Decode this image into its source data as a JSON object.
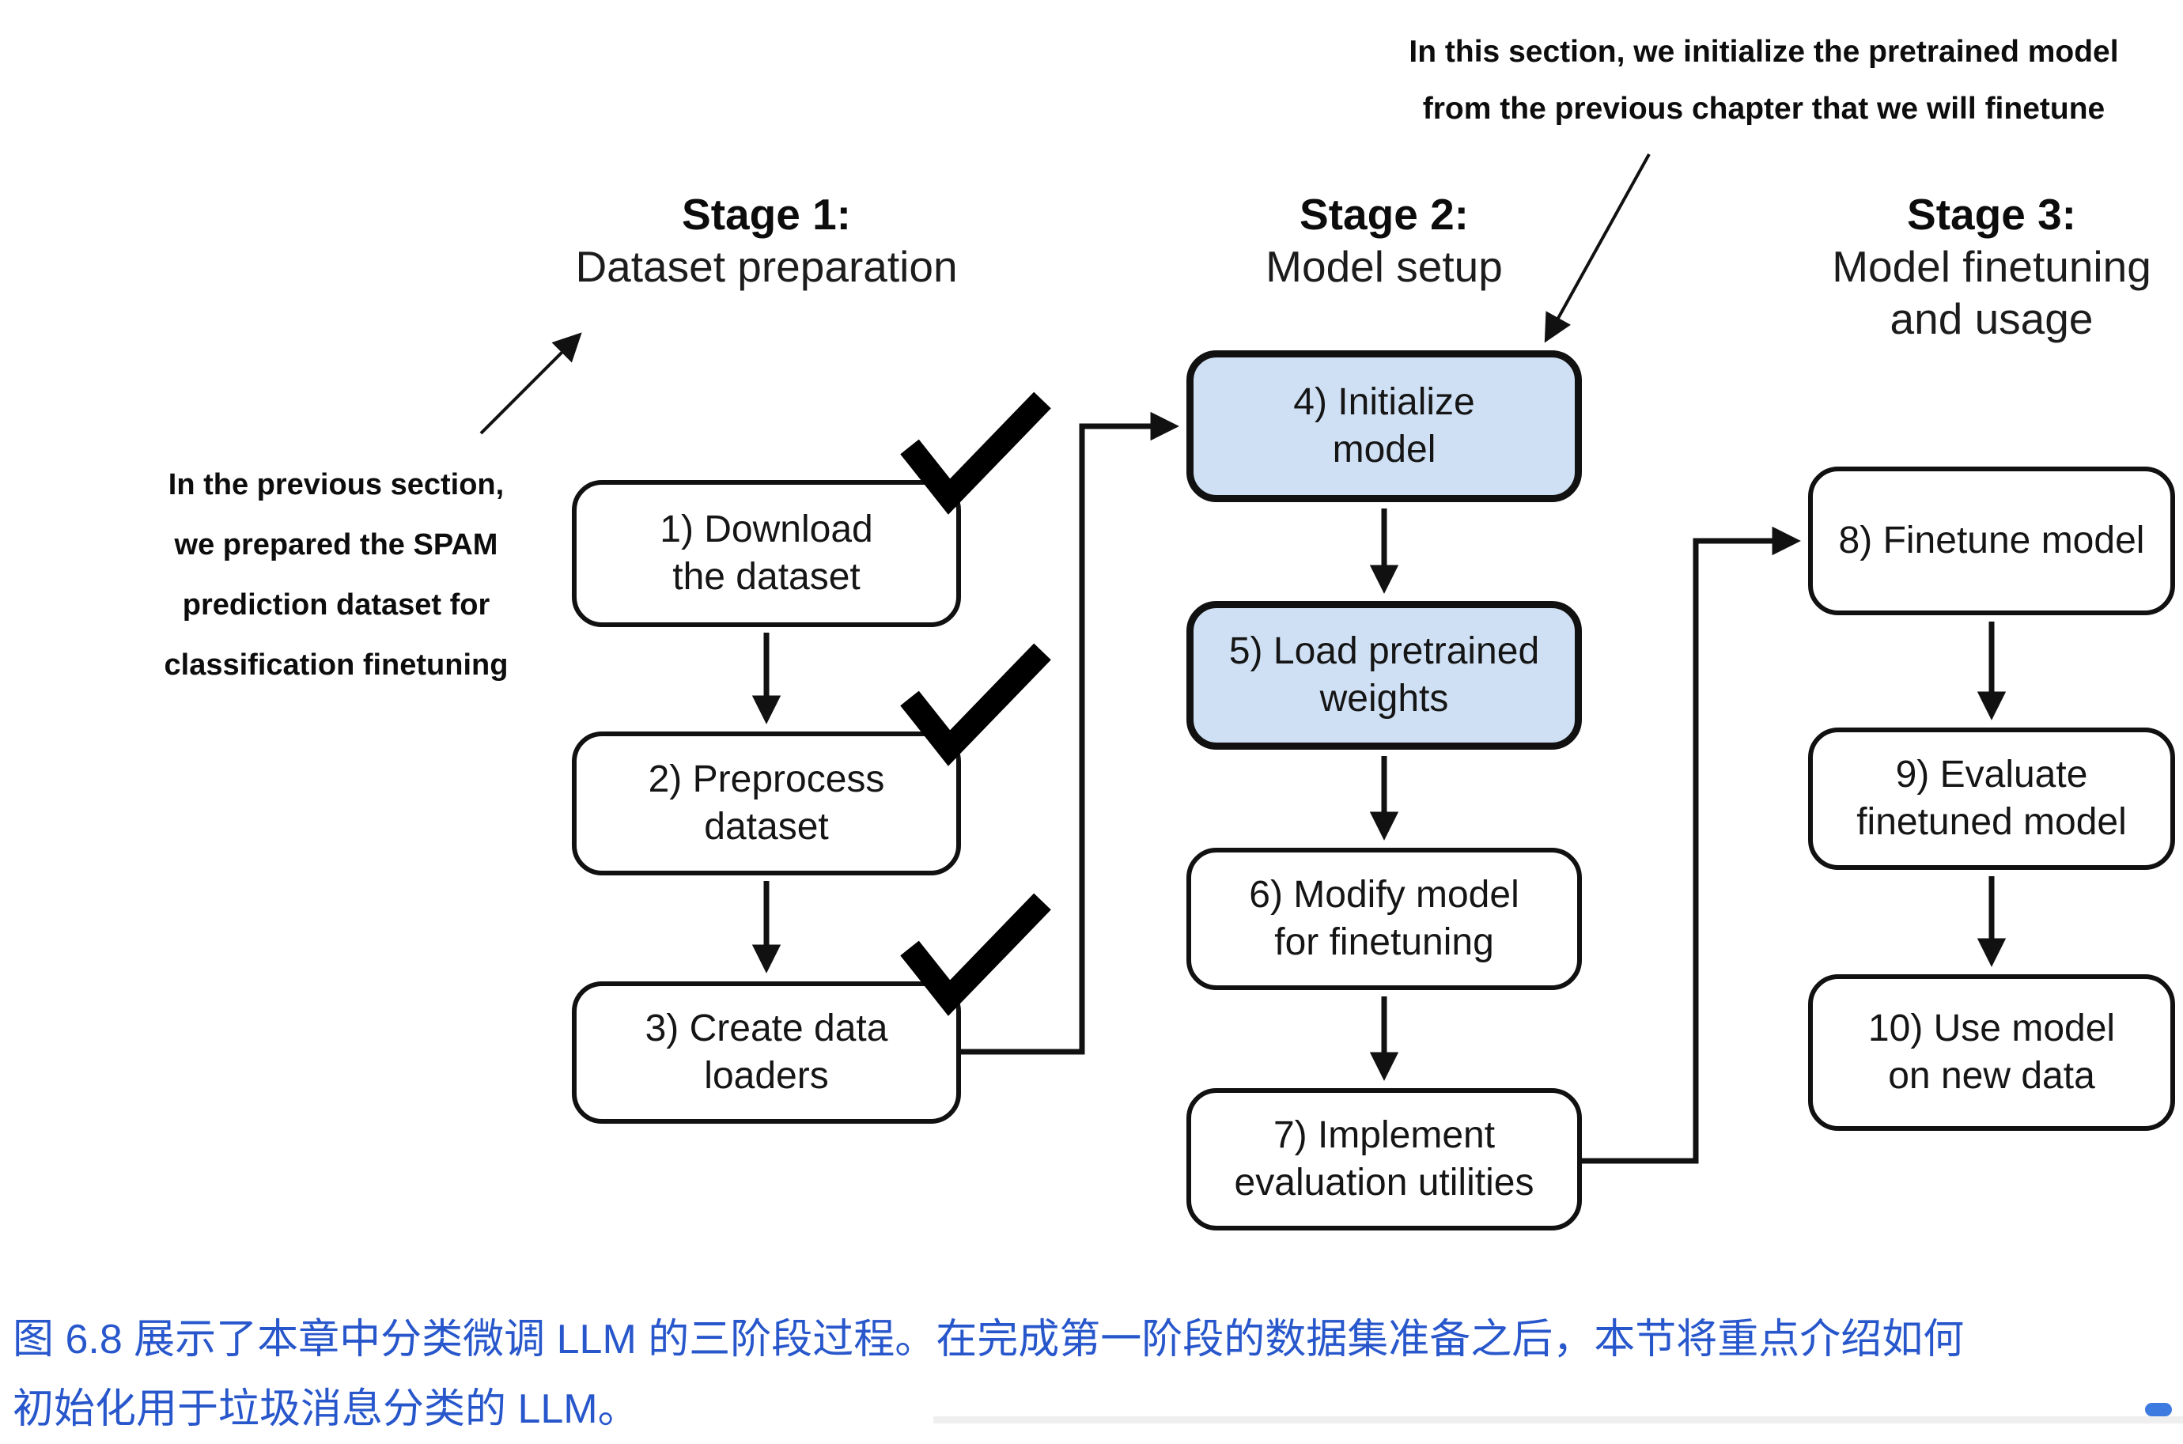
{
  "figure": {
    "caption_line1": "图 6.8 展示了本章中分类微调 LLM 的三阶段过程。在完成第一阶段的数据集准备之后，本节将重点介绍如何",
    "caption_line2": "初始化用于垃圾消息分类的 LLM。"
  },
  "annotations": {
    "top": {
      "line1": "In this section, we initialize the pretrained model",
      "line2": "from the previous chapter that we will finetune"
    },
    "left": {
      "line1": "In the previous section,",
      "line2": "we prepared the SPAM",
      "line3": "prediction dataset for",
      "line4": "classification finetuning"
    }
  },
  "stages": [
    {
      "title": "Stage 1:",
      "sub1": "Dataset preparation",
      "sub2": ""
    },
    {
      "title": "Stage 2:",
      "sub1": "Model setup",
      "sub2": ""
    },
    {
      "title": "Stage 3:",
      "sub1": "Model finetuning",
      "sub2": "and usage"
    }
  ],
  "boxes": [
    {
      "line1": "1) Download",
      "line2": "the dataset",
      "highlighted": false,
      "checked": true
    },
    {
      "line1": "2) Preprocess",
      "line2": "dataset",
      "highlighted": false,
      "checked": true
    },
    {
      "line1": "3) Create data",
      "line2": "loaders",
      "highlighted": false,
      "checked": true
    },
    {
      "line1": "4) Initialize",
      "line2": "model",
      "highlighted": true,
      "checked": false
    },
    {
      "line1": "5) Load pretrained",
      "line2": "weights",
      "highlighted": true,
      "checked": false
    },
    {
      "line1": "6) Modify model",
      "line2": "for finetuning",
      "highlighted": false,
      "checked": false
    },
    {
      "line1": "7) Implement",
      "line2": "evaluation utilities",
      "highlighted": false,
      "checked": false
    },
    {
      "line1": "8) Finetune model",
      "line2": "",
      "highlighted": false,
      "checked": false
    },
    {
      "line1": "9) Evaluate",
      "line2": "finetuned model",
      "highlighted": false,
      "checked": false
    },
    {
      "line1": "10) Use model",
      "line2": "on new data",
      "highlighted": false,
      "checked": false
    }
  ],
  "icons": {
    "checkmark": "✓"
  },
  "colors": {
    "highlight_fill": "#cfe0f4",
    "box_border": "#111111",
    "caption_text": "#2857cc",
    "scrollbar": "#3e7be0"
  }
}
